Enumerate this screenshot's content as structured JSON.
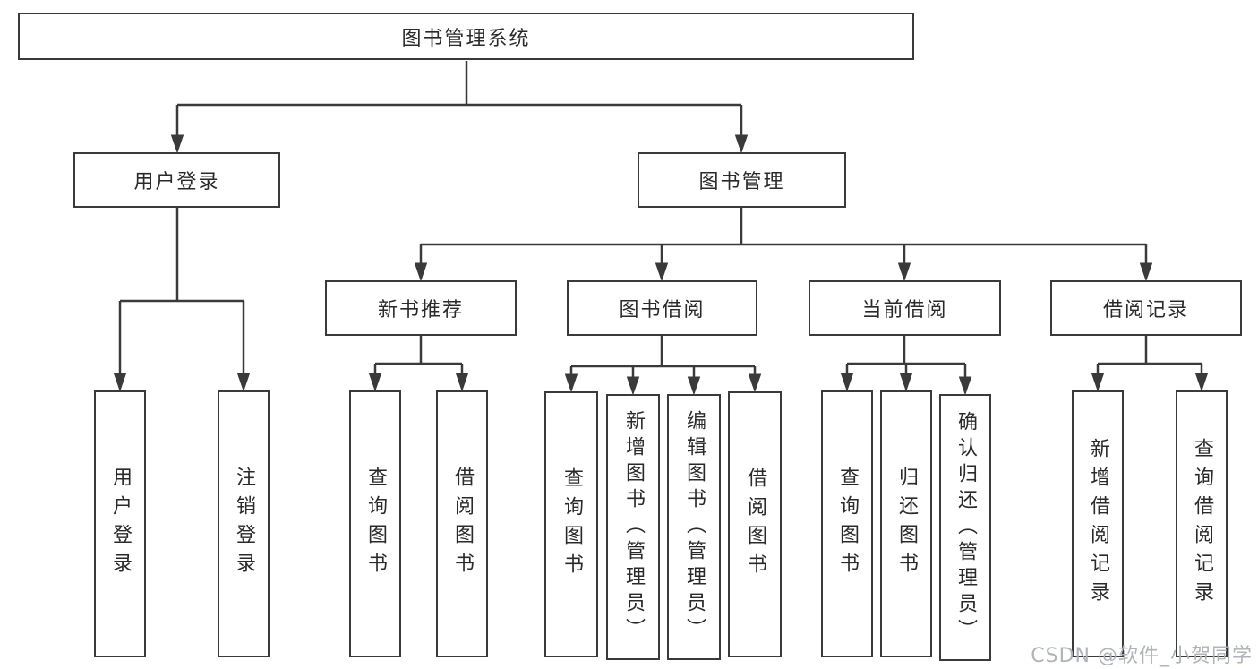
{
  "diagram": {
    "root": {
      "label": "图书管理系统"
    },
    "level2": [
      {
        "label": "用户登录"
      },
      {
        "label": "图书管理"
      }
    ],
    "level3": [
      {
        "label": "新书推荐"
      },
      {
        "label": "图书借阅"
      },
      {
        "label": "当前借阅"
      },
      {
        "label": "借阅记录"
      }
    ],
    "leaves": {
      "user_login": [
        {
          "label": "用户登录"
        },
        {
          "label": "注销登录"
        }
      ],
      "new_book_recommendation": [
        {
          "label": "查询图书"
        },
        {
          "label": "借阅图书"
        }
      ],
      "book_borrowing": [
        {
          "label": "查询图书"
        },
        {
          "label": "新增图书（管理员）"
        },
        {
          "label": "编辑图书（管理员）"
        },
        {
          "label": "借阅图书"
        }
      ],
      "current_borrowing": [
        {
          "label": "查询图书"
        },
        {
          "label": "归还图书"
        },
        {
          "label": "确认归还（管理员）"
        }
      ],
      "borrowing_records": [
        {
          "label": "新增借阅记录"
        },
        {
          "label": "查询借阅记录"
        }
      ]
    }
  },
  "watermark": {
    "text": "CSDN @软件_小贺同学"
  },
  "colors": {
    "line": "#3a3a3a",
    "text": "#2a2a2a",
    "background": "#ffffff",
    "watermark": "#acafb5"
  }
}
